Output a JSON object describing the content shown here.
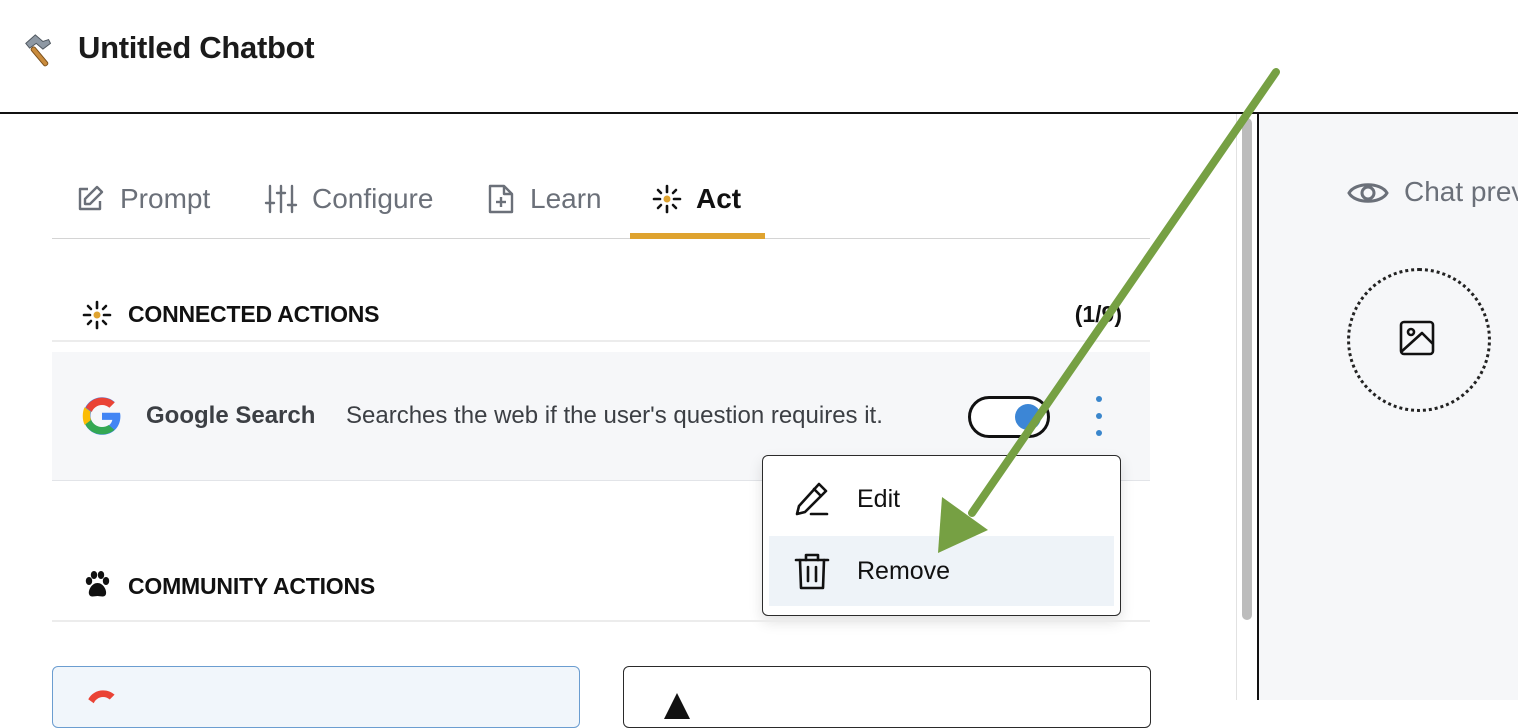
{
  "app": {
    "title": "Untitled Chatbot",
    "icon": "hammer-icon"
  },
  "tabs": [
    {
      "label": "Prompt",
      "icon": "edit-square-icon"
    },
    {
      "label": "Configure",
      "icon": "sliders-icon"
    },
    {
      "label": "Learn",
      "icon": "file-plus-icon"
    },
    {
      "label": "Act",
      "icon": "spark-icon",
      "active": true
    }
  ],
  "connected_actions": {
    "title": "CONNECTED ACTIONS",
    "count": "(1/9)",
    "items": [
      {
        "name": "Google Search",
        "description": "Searches the web if the user's question requires it.",
        "enabled": true
      }
    ]
  },
  "context_menu": {
    "items": [
      {
        "label": "Edit",
        "icon": "pen-icon"
      },
      {
        "label": "Remove",
        "icon": "trash-icon",
        "highlighted": true
      }
    ]
  },
  "community_actions": {
    "title": "COMMUNITY ACTIONS"
  },
  "preview": {
    "label": "Chat prev",
    "icon": "eye-icon"
  },
  "colors": {
    "accent": "#dfa32f",
    "toggle_on": "#3c86d6",
    "annotation_arrow": "#76a043",
    "panel_bg": "#f6f7f9"
  }
}
